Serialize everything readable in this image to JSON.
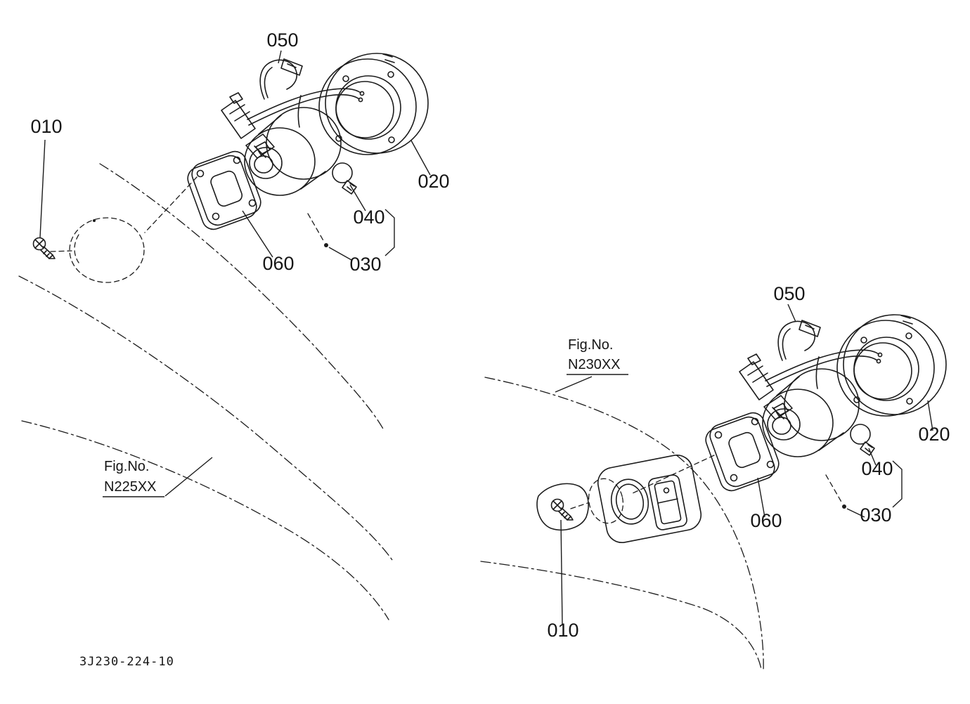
{
  "drawing_number": "3J230-224-10",
  "colors": {
    "ink": "#1c1c1c",
    "background": "#ffffff"
  },
  "diagrams": [
    {
      "fig_no_label": "Fig.No.",
      "fig_no_value": "N225XX",
      "parts": {
        "p010": "010",
        "p020": "020",
        "p030": "030",
        "p040": "040",
        "p050": "050",
        "p060": "060"
      }
    },
    {
      "fig_no_label": "Fig.No.",
      "fig_no_value": "N230XX",
      "parts": {
        "p010": "010",
        "p020": "020",
        "p030": "030",
        "p040": "040",
        "p050": "050",
        "p060": "060"
      }
    }
  ]
}
